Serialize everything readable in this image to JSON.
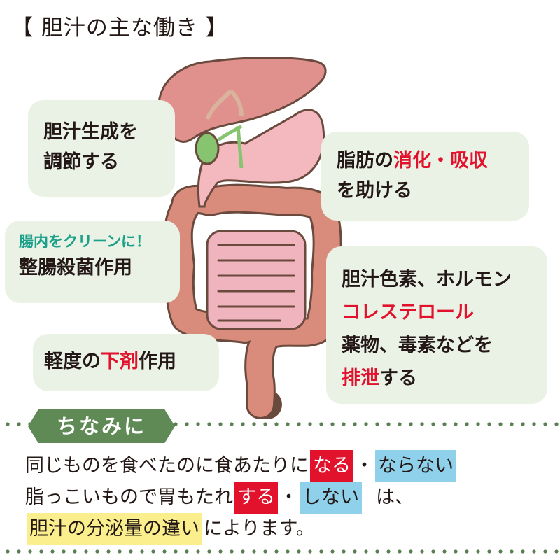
{
  "title": "【 胆汁の主な働き 】",
  "boxes": {
    "b1": {
      "line1": "胆汁生成を",
      "line2": "調節する"
    },
    "b2": {
      "l1_pre": "脂肪の",
      "l1_red": "消化・吸収",
      "line2": "を助ける"
    },
    "b3": {
      "note": "腸内をクリーンに！",
      "line2": "整腸殺菌作用"
    },
    "b4": {
      "line1": "胆汁色素、ホルモン",
      "line2_red": "コレステロール",
      "line3": "薬物、毒素などを",
      "line4_red": "排泄",
      "line4_post": "する"
    },
    "b5": {
      "pre": "軽度の",
      "red": "下剤",
      "post": "作用"
    }
  },
  "footer": {
    "tag": "ちなみに",
    "line1": {
      "text": "同じものを食べたのに食あたりに",
      "hl1": "なる",
      "sep": "・",
      "hl2": "ならない"
    },
    "line2": {
      "text": "脂っこいもので胃もたれ",
      "hl1": "する",
      "sep": "・",
      "hl2": "しない",
      "post": "は、"
    },
    "line3": {
      "hl": "胆汁の分泌量の違い",
      "post": "によります。"
    }
  },
  "colors": {
    "box_bg": "#eaf2e6",
    "red": "#e2122c",
    "teal": "#1aa089",
    "tag_green": "#5f8a55",
    "highlight_blue": "#8fd1ea",
    "highlight_yellow": "#fbee8c",
    "liver": "#e0918e",
    "stomach": "#f3b9bf",
    "intestine": "#d98b7c",
    "small_intestine": "#f0b4bf",
    "gallbladder": "#86c470"
  }
}
